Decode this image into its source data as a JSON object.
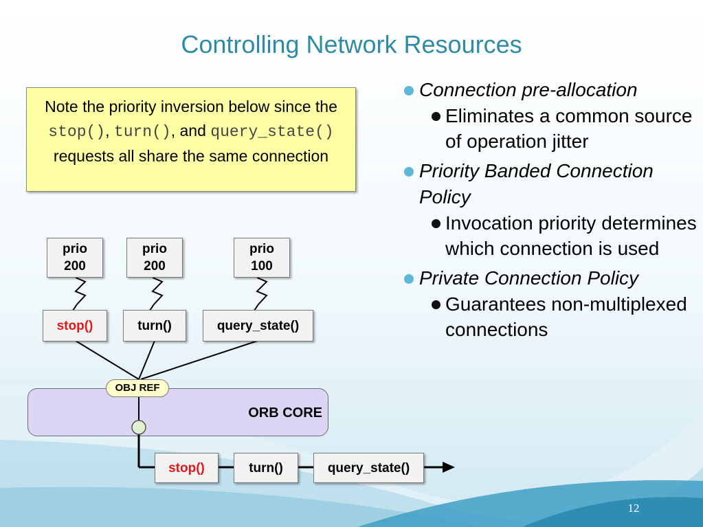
{
  "slide": {
    "title": "Controlling Network Resources",
    "page_number": "12"
  },
  "note": {
    "text_1": "Note the priority inversion below since the ",
    "code_1": "stop()",
    "sep_1": ", ",
    "code_2": "turn()",
    "text_2": ", and ",
    "code_3": "query_state()",
    "text_3": " requests all share the same connection"
  },
  "bullets": [
    {
      "heading": "Connection pre-allocation",
      "sub": "Eliminates a common source of operation jitter"
    },
    {
      "heading": "Priority Banded Connection Policy",
      "sub": "Invocation priority determines which connection is used"
    },
    {
      "heading": "Private Connection Policy",
      "sub": "Guarantees non-multiplexed connections"
    }
  ],
  "diagram": {
    "priorities": [
      {
        "line1": "prio",
        "line2": "200"
      },
      {
        "line1": "prio",
        "line2": "200"
      },
      {
        "line1": "prio",
        "line2": "100"
      }
    ],
    "requests": [
      "stop()",
      "turn()",
      "query_state()"
    ],
    "obj_ref": "OBJ REF",
    "orb_core": "ORB CORE",
    "connection_queue": [
      "stop()",
      "turn()",
      "query_state()"
    ],
    "colors": {
      "highlight_text": "#e01818",
      "orb_core_fill": "#dcd6f4",
      "note_fill": "#ffffa6",
      "obj_ref_fill": "#ffffcc"
    }
  }
}
